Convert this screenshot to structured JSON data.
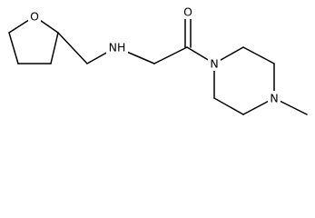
{
  "structure": {
    "atoms": {
      "ring_oxygen": "O",
      "amine": "NH",
      "carbonyl_oxygen": "O",
      "piperazine_n1": "N",
      "piperazine_n4": "N"
    },
    "colors": {
      "bond": "#000000",
      "label": "#000000",
      "background": "#ffffff"
    }
  }
}
